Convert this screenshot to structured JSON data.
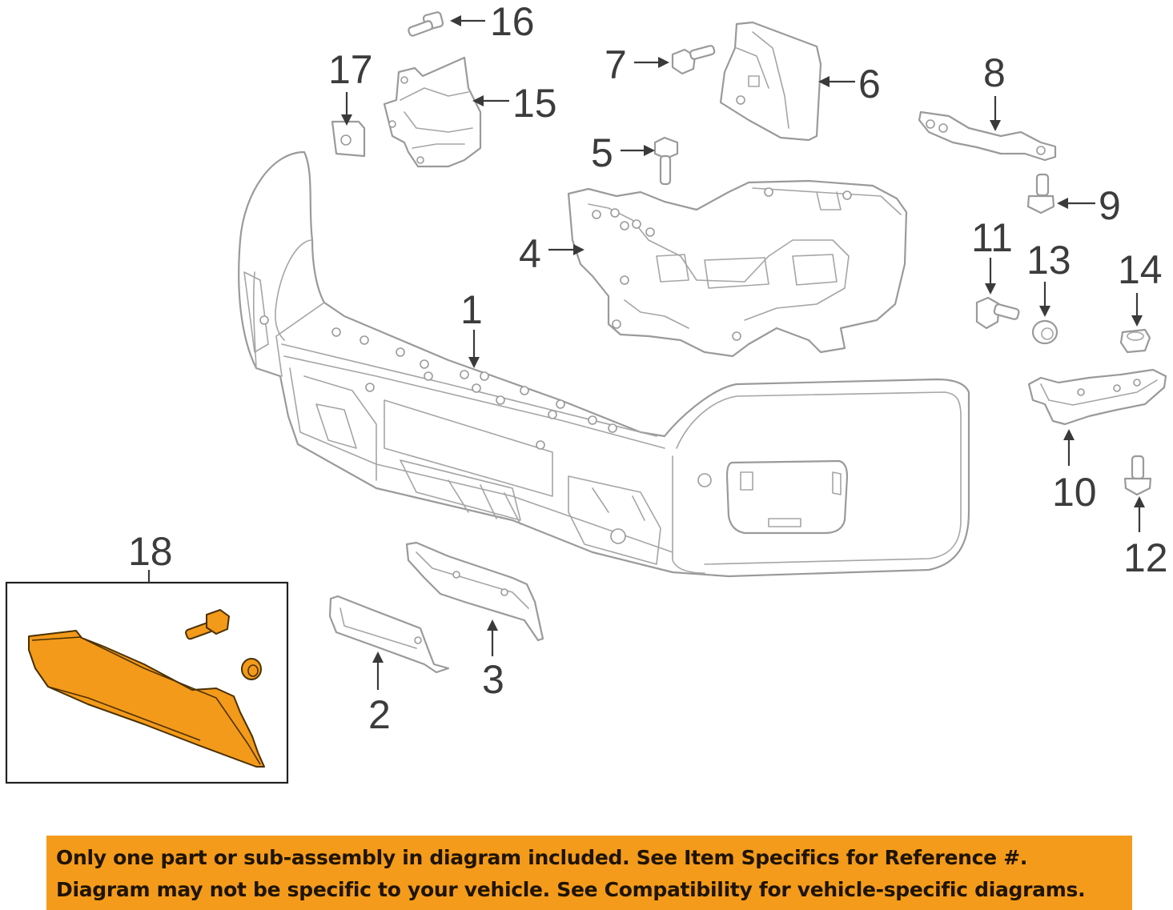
{
  "callouts": {
    "c1": "1",
    "c2": "2",
    "c3": "3",
    "c4": "4",
    "c5": "5",
    "c6": "6",
    "c7": "7",
    "c8": "8",
    "c9": "9",
    "c10": "10",
    "c11": "11",
    "c12": "12",
    "c13": "13",
    "c14": "14",
    "c15": "15",
    "c16": "16",
    "c17": "17",
    "c18": "18"
  },
  "notice": {
    "line1": "Only one part or sub-assembly in diagram included. See Item Specifics for Reference #.",
    "line2": "Diagram may not be specific to your vehicle. See Compatibility for vehicle-specific diagrams."
  },
  "colors": {
    "highlight": "#f39a1a",
    "notice_bg": "#f49b1c",
    "line_art": "#9a9a9a"
  }
}
